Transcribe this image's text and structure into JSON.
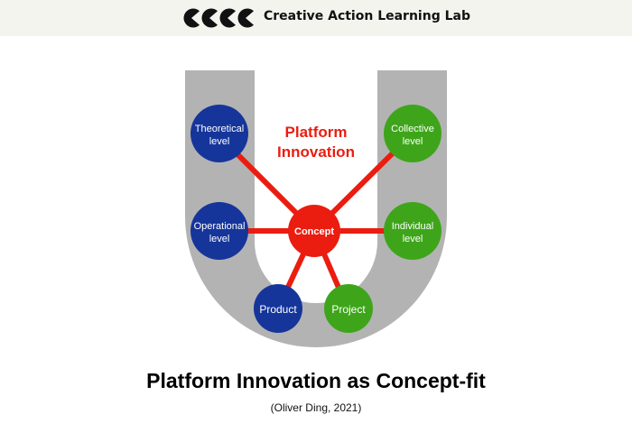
{
  "header": {
    "logo_icon": "call-logo-icon",
    "title": "Creative Action Learning Lab"
  },
  "diagram": {
    "center_title_line1": "Platform",
    "center_title_line2": "Innovation",
    "hub": "Concept",
    "nodes": {
      "theoretical": [
        "Theoretical",
        "level"
      ],
      "operational": [
        "Operational",
        "level"
      ],
      "product": [
        "Product"
      ],
      "collective": [
        "Collective",
        "level"
      ],
      "individual": [
        "Individual",
        "level"
      ],
      "project": [
        "Project"
      ]
    },
    "colors": {
      "u_shape": "#b3b3b3",
      "blue_node": "#16359a",
      "green_node": "#3ea51a",
      "hub": "#ea1d10",
      "connector": "#ea1d10",
      "title_text": "#ea1d10"
    }
  },
  "footer": {
    "title": "Platform Innovation as Concept-fit",
    "caption": "(Oliver Ding, 2021)"
  }
}
